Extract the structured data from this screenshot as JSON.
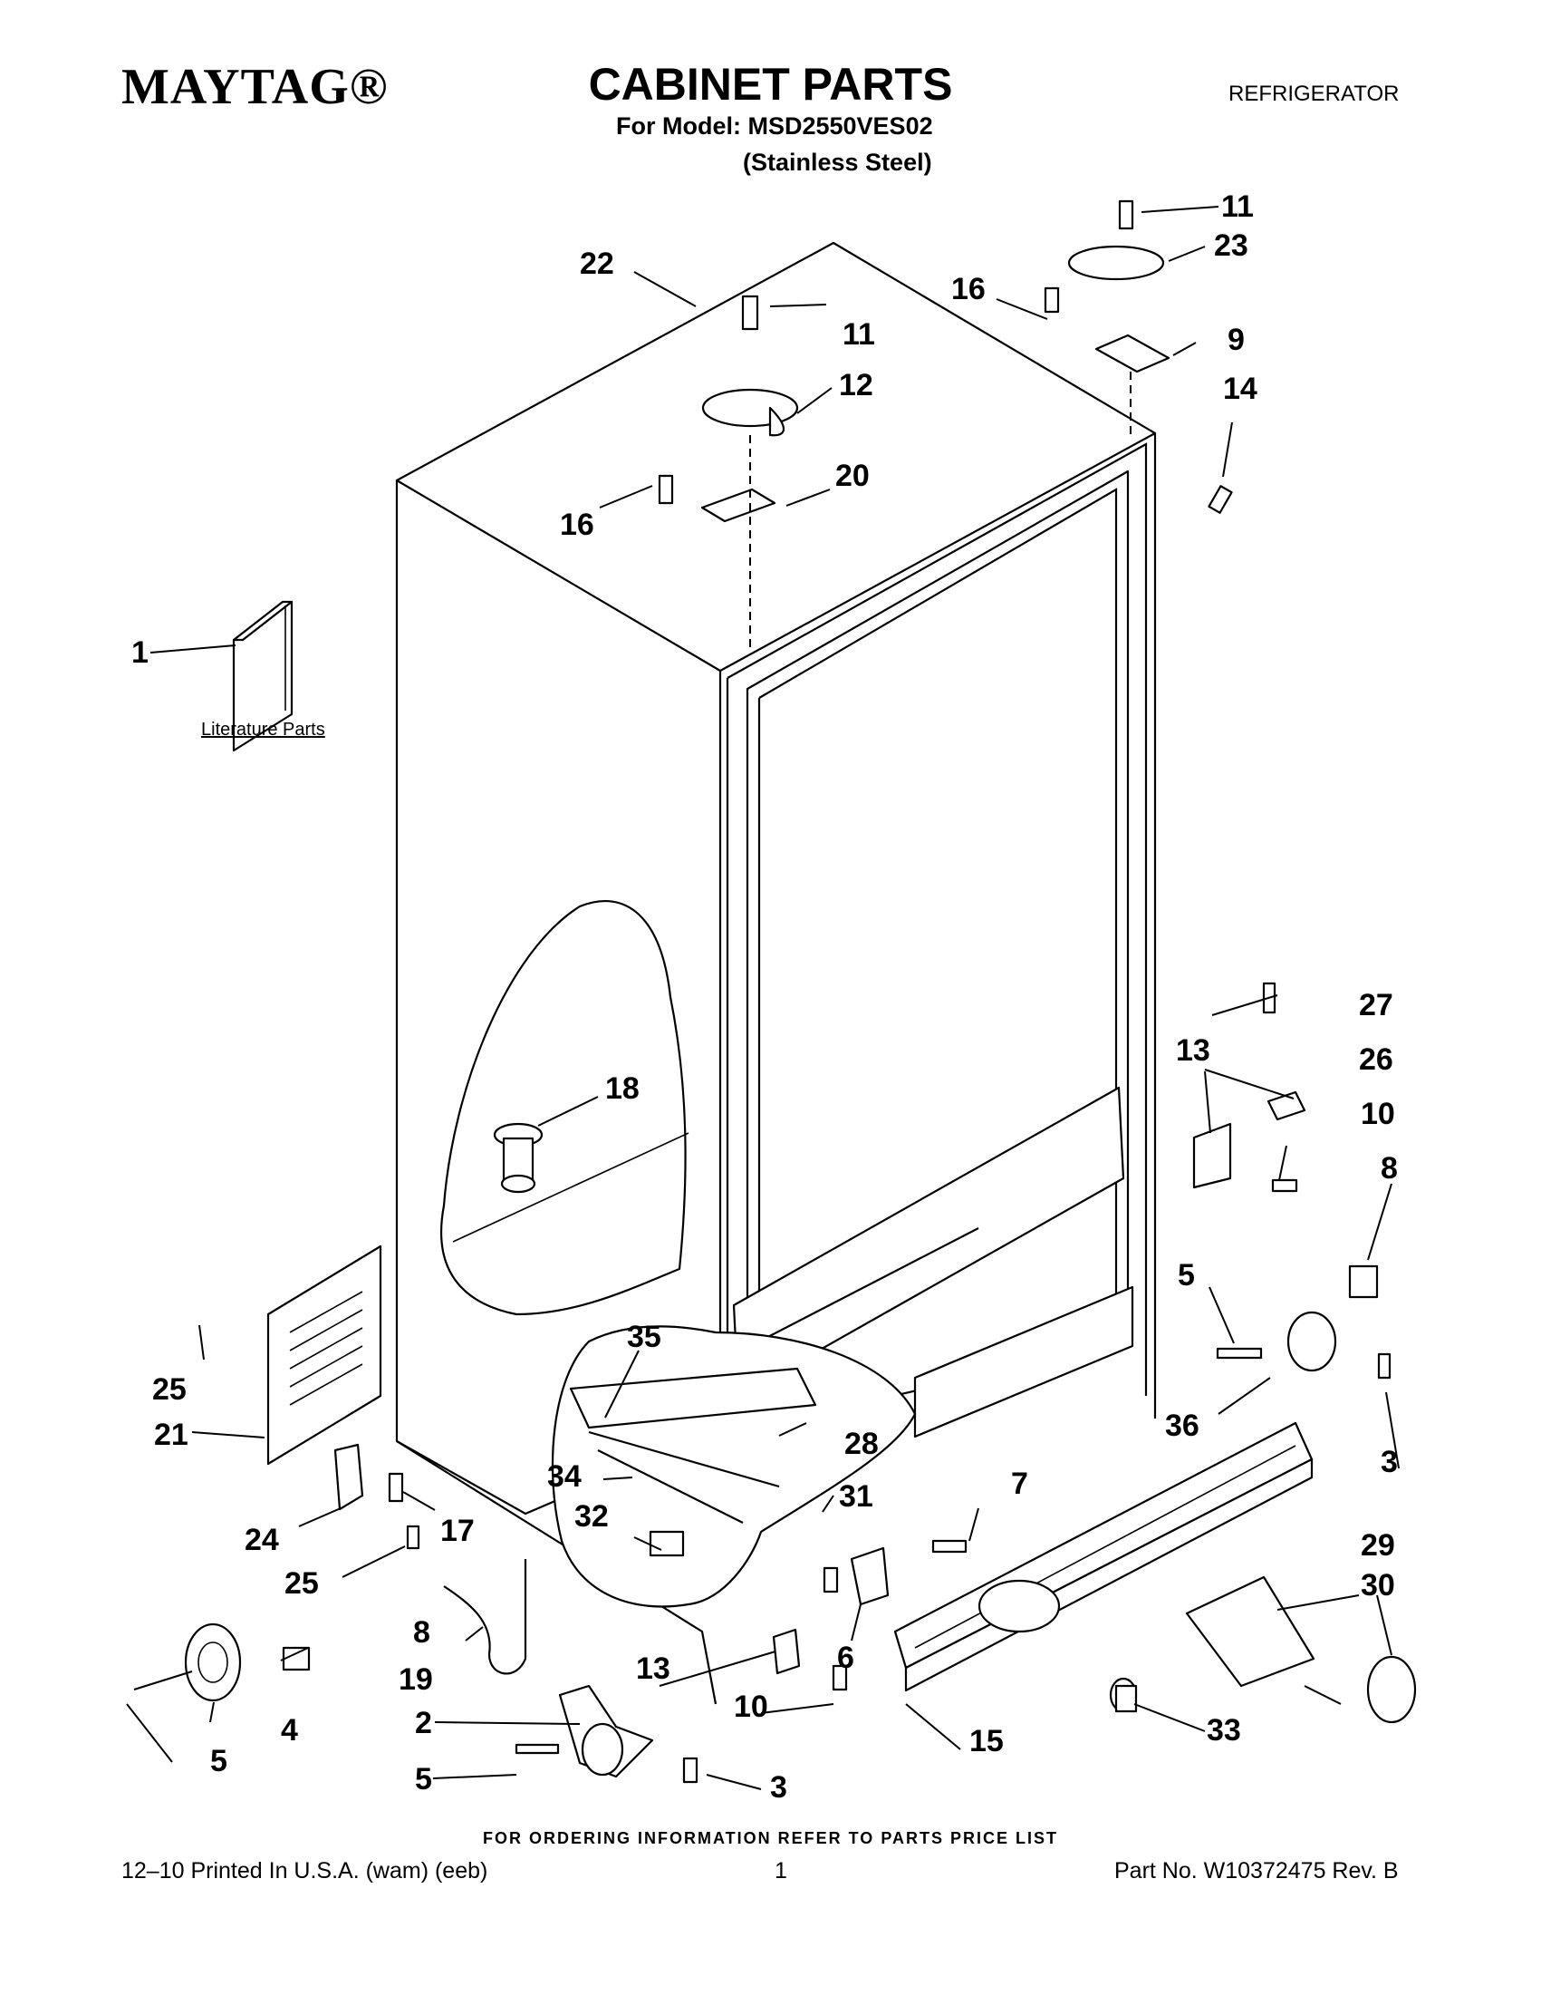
{
  "header": {
    "brand": "MAYTAG®",
    "title": "CABINET PARTS",
    "doc_type": "REFRIGERATOR",
    "model_line": "For Model: MSD2550VES02",
    "variant": "(Stainless Steel)"
  },
  "diagram": {
    "literature_label": "Literature Parts",
    "callouts": [
      "1",
      "2",
      "3",
      "3",
      "4",
      "5",
      "5",
      "5",
      "6",
      "7",
      "8",
      "8",
      "9",
      "10",
      "10",
      "11",
      "11",
      "12",
      "13",
      "13",
      "14",
      "15",
      "16",
      "16",
      "17",
      "18",
      "19",
      "20",
      "21",
      "22",
      "23",
      "24",
      "25",
      "25",
      "26",
      "27",
      "28",
      "29",
      "30",
      "31",
      "32",
      "33",
      "34",
      "35",
      "36"
    ]
  },
  "footer": {
    "ordering_note": "FOR ORDERING INFORMATION REFER TO PARTS PRICE LIST",
    "printed": "12–10 Printed In U.S.A. (wam) (eeb)",
    "page": "1",
    "part_no": "Part No. W10372475 Rev. B"
  }
}
